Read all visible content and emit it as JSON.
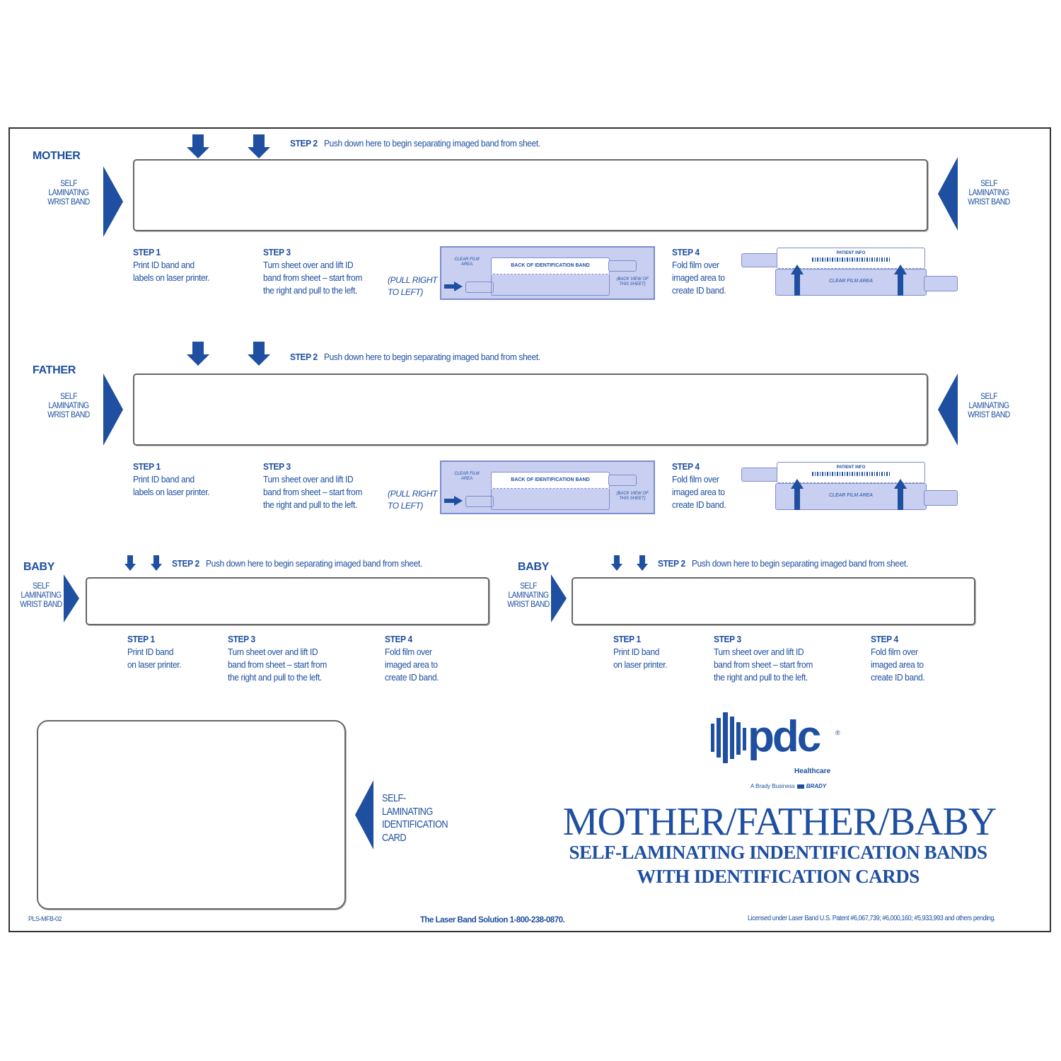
{
  "colors": {
    "brand_blue": "#1e4fa0",
    "diagram_fill": "#c9cff0",
    "diagram_stroke": "#7d8ccc",
    "border": "#666666"
  },
  "sections": {
    "mother": {
      "label": "MOTHER",
      "side_label_left": "SELF\nLAMINATING\nWRIST BAND",
      "side_label_right": "SELF\nLAMINATING\nWRIST BAND",
      "step2_title": "STEP 2",
      "step2_text": "Push down here to begin  separating imaged band from sheet.",
      "step1_title": "STEP 1",
      "step1_text": "Print ID band and\nlabels on laser printer.",
      "step3_title": "STEP 3",
      "step3_text": "Turn sheet over and lift ID\nband from sheet – start from\nthe right and pull to the left.",
      "pull_note": "(PULL RIGHT\nTO LEFT)",
      "step4_title": "STEP 4",
      "step4_text": "Fold film over\nimaged area to\ncreate ID band."
    },
    "father": {
      "label": "FATHER",
      "side_label_left": "SELF\nLAMINATING\nWRIST BAND",
      "side_label_right": "SELF\nLAMINATING\nWRIST BAND",
      "step2_title": "STEP 2",
      "step2_text": "Push down here to begin  separating imaged band from sheet.",
      "step1_title": "STEP 1",
      "step1_text": "Print ID band and\nlabels on laser printer.",
      "step3_title": "STEP 3",
      "step3_text": "Turn sheet over and lift ID\nband from sheet – start from\nthe right and pull to the left.",
      "pull_note": "(PULL RIGHT\nTO LEFT)",
      "step4_title": "STEP 4",
      "step4_text": "Fold film over\nimaged area to\ncreate ID band."
    },
    "baby_left": {
      "label": "BABY",
      "side_label": "SELF\nLAMINATING\nWRIST BAND",
      "step2_title": "STEP 2",
      "step2_text": "Push down here to begin  separating imaged band from sheet.",
      "step1_title": "STEP 1",
      "step1_text": "Print ID band\non laser printer.",
      "step3_title": "STEP 3",
      "step3_text": "Turn sheet over and lift ID\nband from sheet – start from\nthe right and pull to the left.",
      "step4_title": "STEP 4",
      "step4_text": "Fold film over\nimaged area to\ncreate ID band."
    },
    "baby_right": {
      "label": "BABY",
      "side_label": "SELF\nLAMINATING\nWRIST BAND",
      "step2_title": "STEP 2",
      "step2_text": "Push down here to begin  separating imaged band from sheet.",
      "step1_title": "STEP 1",
      "step1_text": "Print ID band\non laser printer.",
      "step3_title": "STEP 3",
      "step3_text": "Turn sheet over and lift ID\nband from sheet – start from\nthe right and pull to the left.",
      "step4_title": "STEP 4",
      "step4_text": "Fold film over\nimaged area to\ncreate ID band."
    }
  },
  "diagram_step3": {
    "clear_film": "CLEAR FILM\nAREA",
    "back_of_band": "BACK OF IDENTIFICATION BAND",
    "back_view": "(BACK VIEW OF\nTHIS SHEET)"
  },
  "diagram_step4": {
    "patient_info": "PATIENT INFO",
    "clear_film": "CLEAR FILM AREA"
  },
  "card": {
    "side_label": "SELF-\nLAMINATING\nIDENTIFICATION\nCARD"
  },
  "logo": {
    "wordmark": "pdc",
    "registered": "®",
    "division": "Healthcare",
    "tagline": "A Brady Business",
    "parent": "BRADY"
  },
  "title": {
    "main": "MOTHER/FATHER/BABY",
    "sub1": "SELF-LAMINATING INDENTIFICATION BANDS",
    "sub2": "WITH IDENTIFICATION CARDS"
  },
  "footer": {
    "form_code": "PLS-MFB-02",
    "phone_line": "The Laser Band Solution  1-800-238-0870.",
    "patent": "Licensed under Laser Band U.S. Patent #6,067,739; #6,000,160; #5,933,993 and others pending."
  }
}
